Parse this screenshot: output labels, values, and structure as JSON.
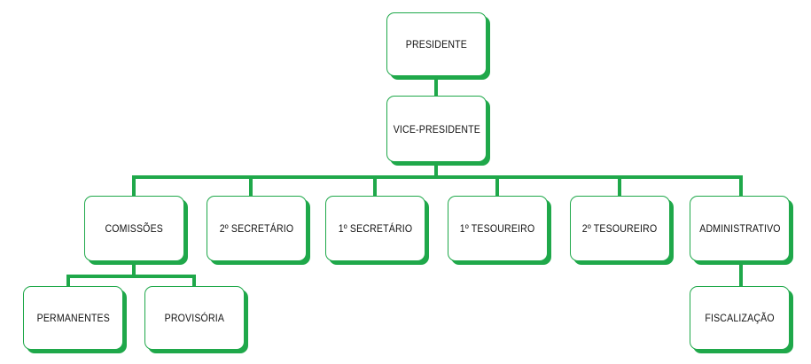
{
  "colors": {
    "accent": "#1fa84a",
    "text": "#111111",
    "background": "#ffffff"
  },
  "org_chart": {
    "presidente": "PRESIDENTE",
    "vice_presidente": "VICE-PRESIDENTE",
    "comissoes": "COMISSÕES",
    "segundo_secretario": "2º SECRETÁRIO",
    "primeiro_secretario": "1º SECRETÁRIO",
    "primeiro_tesoureiro": "1º TESOUREIRO",
    "segundo_tesoureiro": "2º TESOUREIRO",
    "administrativo": "ADMINISTRATIVO",
    "permanentes": "PERMANENTES",
    "provisoria": "PROVISÓRIA",
    "fiscalizacao": "FISCALIZAÇÃO"
  }
}
